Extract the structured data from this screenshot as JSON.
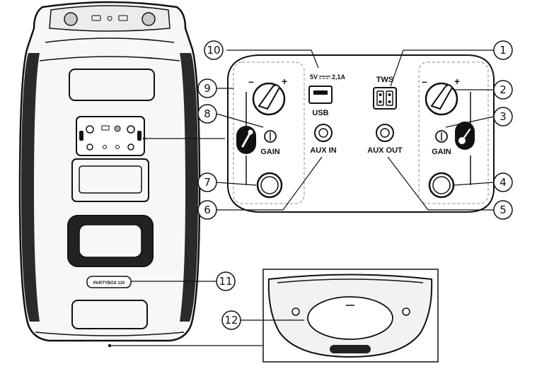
{
  "panel_labels": {
    "usb_rating_v": "5V",
    "usb_rating_a": "2,1A",
    "usb": "USB",
    "tws": "TWS",
    "aux_in": "AUX IN",
    "aux_out": "AUX OUT",
    "gain_left": "GAIN",
    "gain_right": "GAIN",
    "minus_left": "–",
    "plus_left": "+",
    "minus_right": "–",
    "plus_right": "+"
  },
  "speaker_label": "PARTYBOX 110",
  "callouts": {
    "c1": "1",
    "c2": "2",
    "c3": "3",
    "c4": "4",
    "c5": "5",
    "c6": "6",
    "c7": "7",
    "c8": "8",
    "c9": "9",
    "c10": "10",
    "c11": "11",
    "c12": "12"
  },
  "icons": [
    "microphone-icon",
    "guitar-icon",
    "tws-icon",
    "usb-port",
    "aux-jack"
  ]
}
